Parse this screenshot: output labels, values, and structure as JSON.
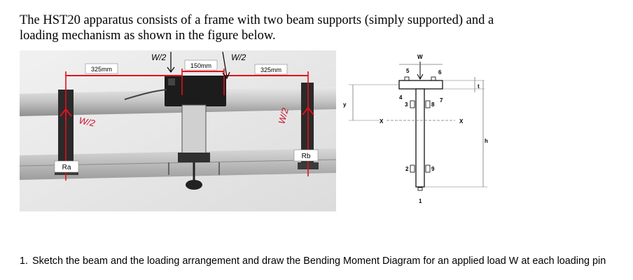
{
  "intro": {
    "line1": "The HST20 apparatus consists of a frame with two beam supports (simply supported) and a",
    "line2": "loading mechanism as shown in the figure below."
  },
  "photo": {
    "dim_left": "325mm",
    "dim_middle": "150mm",
    "dim_right": "325mm",
    "support_left": "Ra",
    "support_right": "Rb",
    "handwritten_load_left": "W/2",
    "handwritten_load_right": "W/2",
    "handwritten_reaction_left": "W/2",
    "handwritten_reaction_right": "W/2"
  },
  "section": {
    "load_label": "W",
    "y_label": "y",
    "x_left": "X",
    "x_right": "X",
    "t_label": "t",
    "h_label": "h",
    "points": [
      "1",
      "2",
      "3",
      "4",
      "5",
      "6",
      "7",
      "8",
      "9"
    ]
  },
  "question": {
    "number": "1.",
    "text": "Sketch the beam and the loading arrangement and draw the Bending Moment Diagram for an applied load W at each loading pin"
  },
  "colors": {
    "annotation_red": "#e0101c",
    "handwriting": "#c8102e"
  }
}
